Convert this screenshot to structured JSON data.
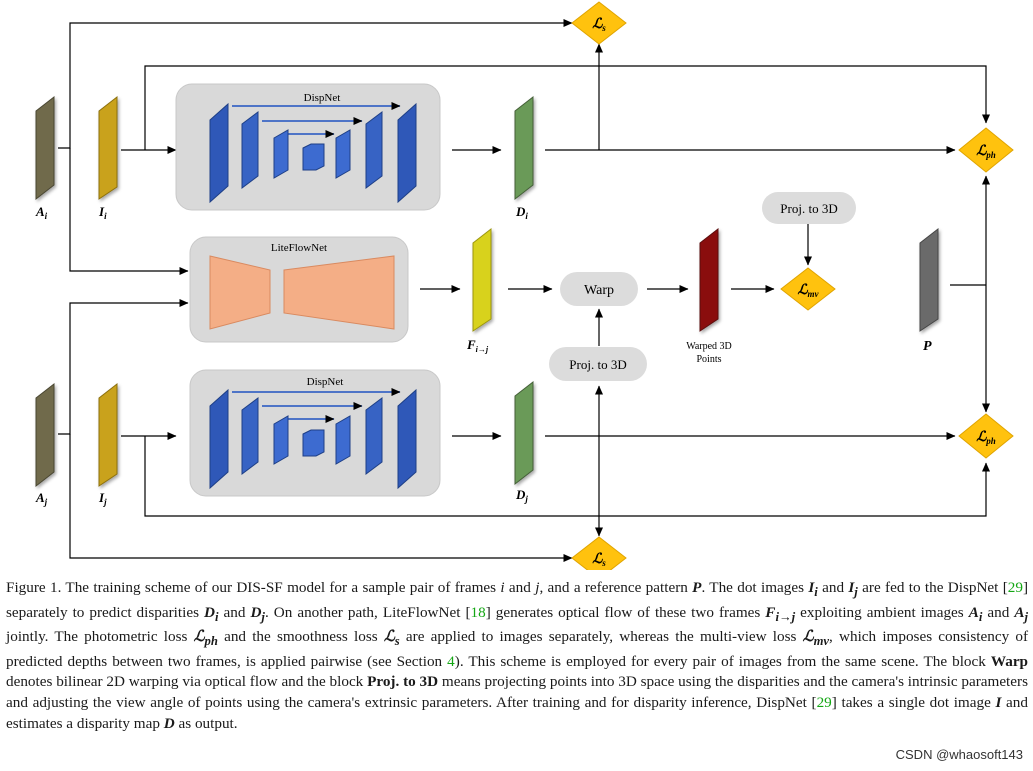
{
  "labels": {
    "a_i": "A",
    "a_i_sub": "i",
    "i_i": "I",
    "i_i_sub": "i",
    "d_i": "D",
    "d_i_sub": "i",
    "a_j": "A",
    "a_j_sub": "j",
    "i_j": "I",
    "i_j_sub": "j",
    "d_j": "D",
    "d_j_sub": "j",
    "f": "F",
    "f_sub": "i→j",
    "p": "P",
    "warped_line1": "Warped 3D",
    "warped_line2": "Points"
  },
  "boxes": {
    "dispnet_top": "DispNet",
    "liteflownet": "LiteFlowNet",
    "dispnet_bottom": "DispNet",
    "warp": "Warp",
    "proj_top": "Proj. to 3D",
    "proj_mid": "Proj. to 3D"
  },
  "losses": {
    "s_top": "s",
    "ph_top": "ph",
    "mv": "mv",
    "ph_bottom": "ph",
    "s_bottom": "s",
    "symbol": "ℒ"
  },
  "colors": {
    "ambient_plate": "#6f6a4c",
    "dot_plate": "#c9a21a",
    "disparity_plate": "#6a9a58",
    "flow_plate": "#d8d21a",
    "warped_plate": "#8a1010",
    "pattern_plate": "#6b6b6b",
    "network_box": "#d9d9d9",
    "encoder_block": "#2f58b8",
    "flow_shape": "#f4ae86",
    "loss_diamond": "#ffc20e"
  },
  "caption": {
    "s1": "Figure 1. The training scheme of our DIS-SF model for a sample pair of frames ",
    "m_i": "i",
    "s2": " and ",
    "m_j": "j",
    "s3": ", and a reference pattern ",
    "m_p": "P",
    "s4": ". The dot images ",
    "m_ii": "I",
    "m_ii_sub": "i",
    "s5": " and ",
    "m_ij": "I",
    "m_ij_sub": "j",
    "s6": " are fed to the DispNet [",
    "ref29a": "29",
    "s7": "] separately to predict disparities ",
    "m_di": "D",
    "m_di_sub": "i",
    "s8": " and ",
    "m_dj": "D",
    "m_dj_sub": "j",
    "s9": ". On another path, LiteFlowNet [",
    "ref18": "18",
    "s10": "] generates optical flow of these two frames ",
    "m_f": "F",
    "m_f_sub": "i→j",
    "s11": " exploiting ambient images ",
    "m_ai": "A",
    "m_ai_sub": "i",
    "s12": " and ",
    "m_aj": "A",
    "m_aj_sub": "j",
    "s13": " jointly. The photometric loss ",
    "m_lph": "ℒ",
    "m_lph_sub": "ph",
    "s14": " and the smoothness loss ",
    "m_ls": "ℒ",
    "m_ls_sub": "s",
    "s15": " are applied to images separately, whereas the multi-view loss ",
    "m_lmv": "ℒ",
    "m_lmv_sub": "mv",
    "s16": ", which imposes consistency of predicted depths between two frames, is applied pairwise (see Section ",
    "ref4": "4",
    "s17": "). This scheme is employed for every pair of images from the same scene. The block ",
    "b_warp": "Warp",
    "s18": " denotes bilinear 2D warping via optical flow and the block ",
    "b_proj": "Proj. to 3D",
    "s19": " means projecting points into 3D space using the disparities and the camera's intrinsic parameters and adjusting the view angle of points using the camera's extrinsic parameters. After training and for disparity inference, DispNet [",
    "ref29b": "29",
    "s20": "] takes a single dot image ",
    "m_ione": "I",
    "s21": " and estimates a disparity map ",
    "m_d": "D",
    "s22": " as output."
  },
  "watermark": "CSDN @whaosoft143"
}
